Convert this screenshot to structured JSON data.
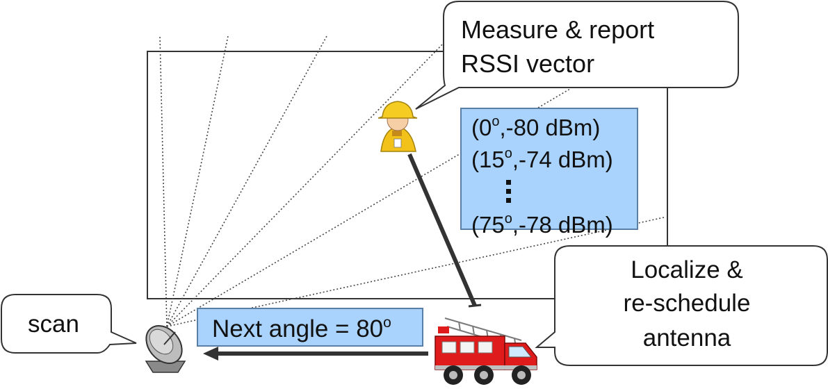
{
  "callouts": {
    "measure_line1": "Measure & report",
    "measure_line2": "RSSI vector",
    "localize_line1": "Localize &",
    "localize_line2": "re-schedule",
    "localize_line3": "antenna",
    "scan": "scan"
  },
  "rssi_vector": [
    {
      "angle": "0",
      "value": ",-80 dBm)"
    },
    {
      "angle": "15",
      "value": ",-74 dBm)"
    },
    {
      "angle": "75",
      "value": ",-78 dBm)"
    }
  ],
  "rssi_prefix": "(",
  "degree_symbol": "o",
  "next_angle": {
    "label": "Next angle = 80",
    "degree": "o"
  },
  "icons": {
    "antenna": "satellite-dish-icon",
    "firefighter": "firefighter-icon",
    "truck": "fire-truck-icon"
  },
  "colors": {
    "box_fill": "#a9d3fc",
    "box_border": "#5a7fa6",
    "truck_red": "#e01b1b",
    "helmet_yellow": "#f2c21a"
  }
}
